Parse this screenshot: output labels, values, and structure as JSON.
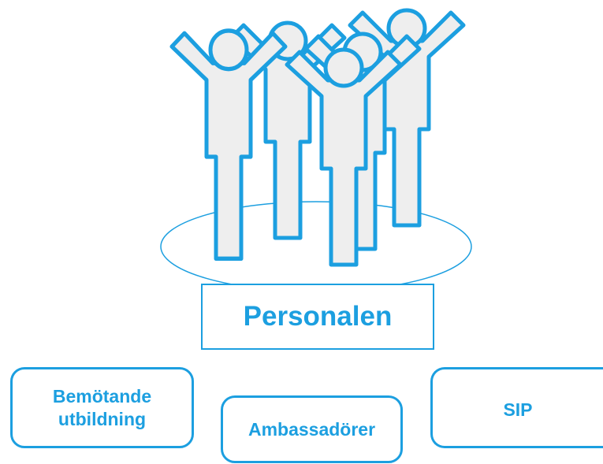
{
  "colors": {
    "accent": "#1c9fe0",
    "figure_fill": "#eeeeee",
    "background": "#ffffff"
  },
  "illustration": {
    "icon": "people-cheering-group-icon",
    "figure_count": 5
  },
  "main": {
    "label": "Personalen"
  },
  "items": [
    {
      "label": "Bemötande utbildning"
    },
    {
      "label": "Ambassadörer"
    },
    {
      "label": "SIP"
    }
  ]
}
